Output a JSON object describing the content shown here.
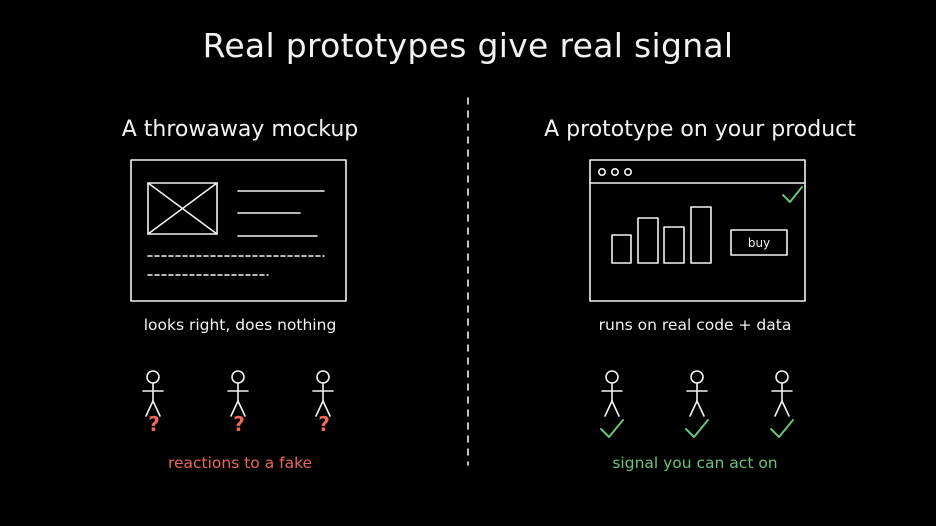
{
  "title": "Real prototypes give real signal",
  "left": {
    "heading": "A throwaway mockup",
    "caption": "looks right, does nothing",
    "outcome": "reactions to a fake",
    "person_marks": [
      "?",
      "?",
      "?"
    ]
  },
  "right": {
    "heading": "A prototype on your product",
    "caption": "runs on real code + data",
    "button_label": "buy",
    "outcome": "signal you can act on"
  },
  "colors": {
    "background": "#000000",
    "stroke": "#f2f2f2",
    "question": "#e8675a",
    "check": "#6cc47a"
  }
}
